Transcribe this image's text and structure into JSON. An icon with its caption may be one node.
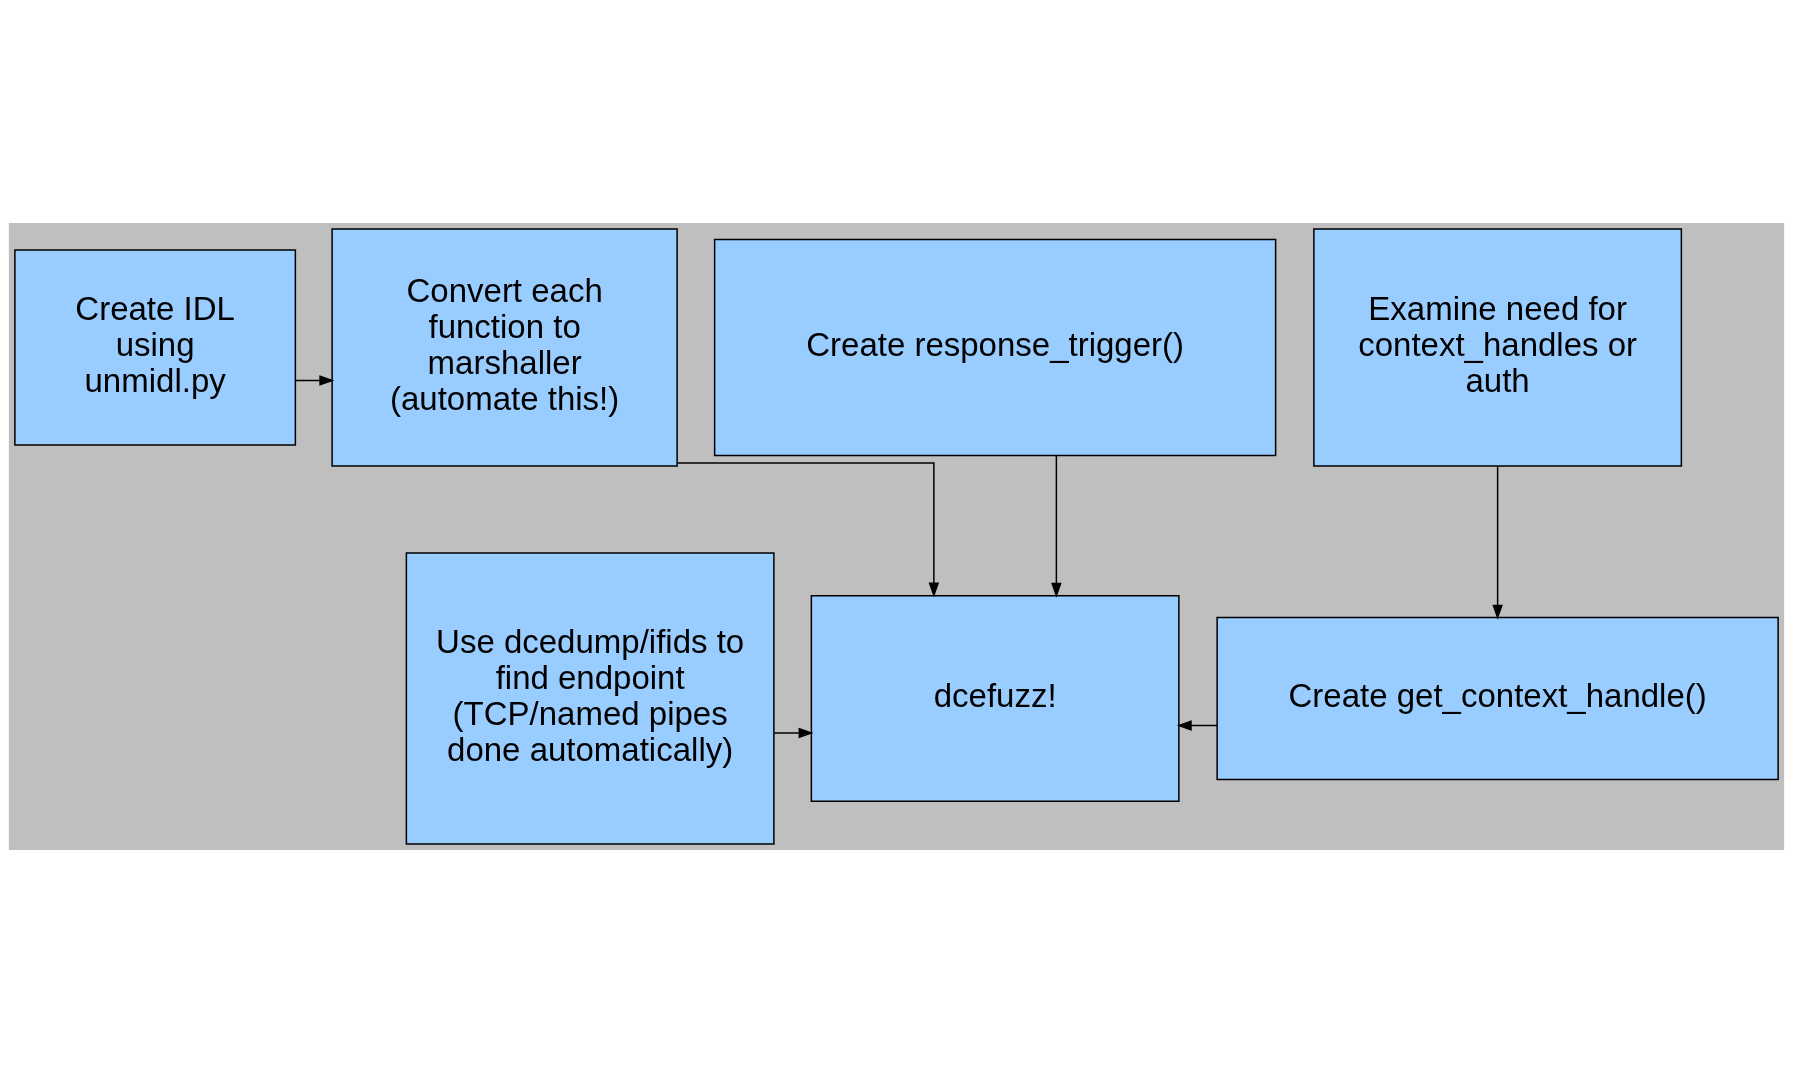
{
  "diagram": {
    "nodes": [
      {
        "text": [
          "Create IDL using unmidl.py"
        ]
      },
      {
        "text": [
          "Convert each function to marshaller (automate this!)"
        ]
      },
      {
        "text": [
          "Examine need for context_handles or auth"
        ]
      },
      {
        "text": [
          "Use dcedump/ifids to find endpoint (TCP/named pipes done automatically)"
        ]
      },
      {
        "text": [
          "dcefuzz!"
        ]
      },
      {
        "text": [
          "Create get_context_handle()"
        ]
      },
      {
        "text": [
          "Create response_trigger()"
        ]
      }
    ],
    "edges": [
      {
        "from": 0,
        "to": 1,
        "arrow": "to"
      },
      {
        "from": 1,
        "to": 4,
        "arrow": "to"
      },
      {
        "from": 2,
        "to": 5,
        "arrow": "to"
      },
      {
        "from": 3,
        "to": 4,
        "arrow": "to"
      },
      {
        "from": 5,
        "to": 4,
        "arrow": "to"
      },
      {
        "from": 6,
        "to": 4,
        "arrow": "to"
      }
    ]
  }
}
